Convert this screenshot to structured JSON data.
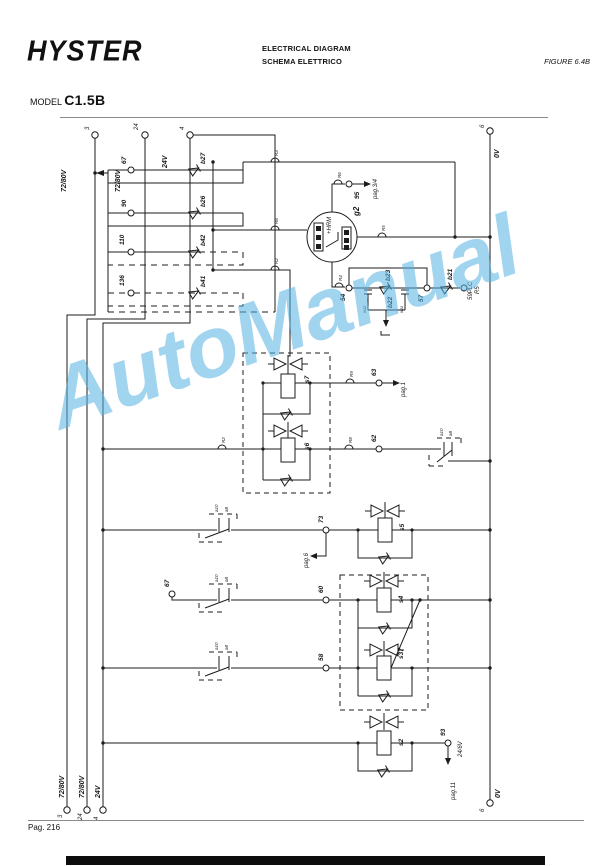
{
  "header": {
    "logo": "HYSTER",
    "title1": "ELECTRICAL DIAGRAM",
    "title2": "SCHEMA ELETTRICO",
    "figure": "FIGURE 6.4B",
    "model_label": "MODEL",
    "model_value": "C1.5B"
  },
  "footer": {
    "page": "Pag. 216"
  },
  "watermark": {
    "text": "AutoManual",
    "color": "#55b3e3"
  },
  "rails": {
    "tl1_num": "3",
    "tl1": "72/80V",
    "tl2_num": "24",
    "tl2": "72/80V",
    "tl3_num": "4",
    "tl3": "24V",
    "bl1_num": "3",
    "bl1": "72/80V",
    "bl2_num": "24",
    "bl2": "72/80V",
    "bl3_num": "4",
    "bl3": "24V",
    "tr_num": "6",
    "tr": "0V",
    "br_num": "6",
    "br": "0V"
  },
  "comb": {
    "t1": "67",
    "d1": "b27",
    "t2": "90",
    "d2": "b26",
    "t3": "110",
    "d3": "b42",
    "t4": "136",
    "d4": "b41"
  },
  "motor": {
    "id": "g2",
    "hrm": "+HRM",
    "t95": "95",
    "pag34": "pag.3/4"
  },
  "relay_block": {
    "t54": "54",
    "t57": "57",
    "b23": "b23",
    "b22": "b22",
    "b21": "b21",
    "n12": "N12",
    "n11": "N11",
    "plc1": "59PLC",
    "plc2": "R5"
  },
  "rows": {
    "t63": "63",
    "pag1": "pag.1",
    "t62": "62",
    "t73": "73",
    "pag6": "pag.6",
    "t67b": "67",
    "t60": "60",
    "t58": "58",
    "t93": "93",
    "v24": "24/6V",
    "pag11": "pag.11"
  },
  "valves": {
    "s7": "s7",
    "s6": "s6",
    "s5": "s5",
    "s4": "s4",
    "s37": "s37",
    "s2": "s2"
  },
  "contact": {
    "l1": "a10",
    "l2": "a8"
  },
  "wire": {
    "w1": "R3",
    "w2": "R8",
    "w3": "R2",
    "w4": "R6",
    "w5": "R5",
    "w6": "R4",
    "w7": "R9",
    "w8": "R8",
    "w9": "R2"
  }
}
